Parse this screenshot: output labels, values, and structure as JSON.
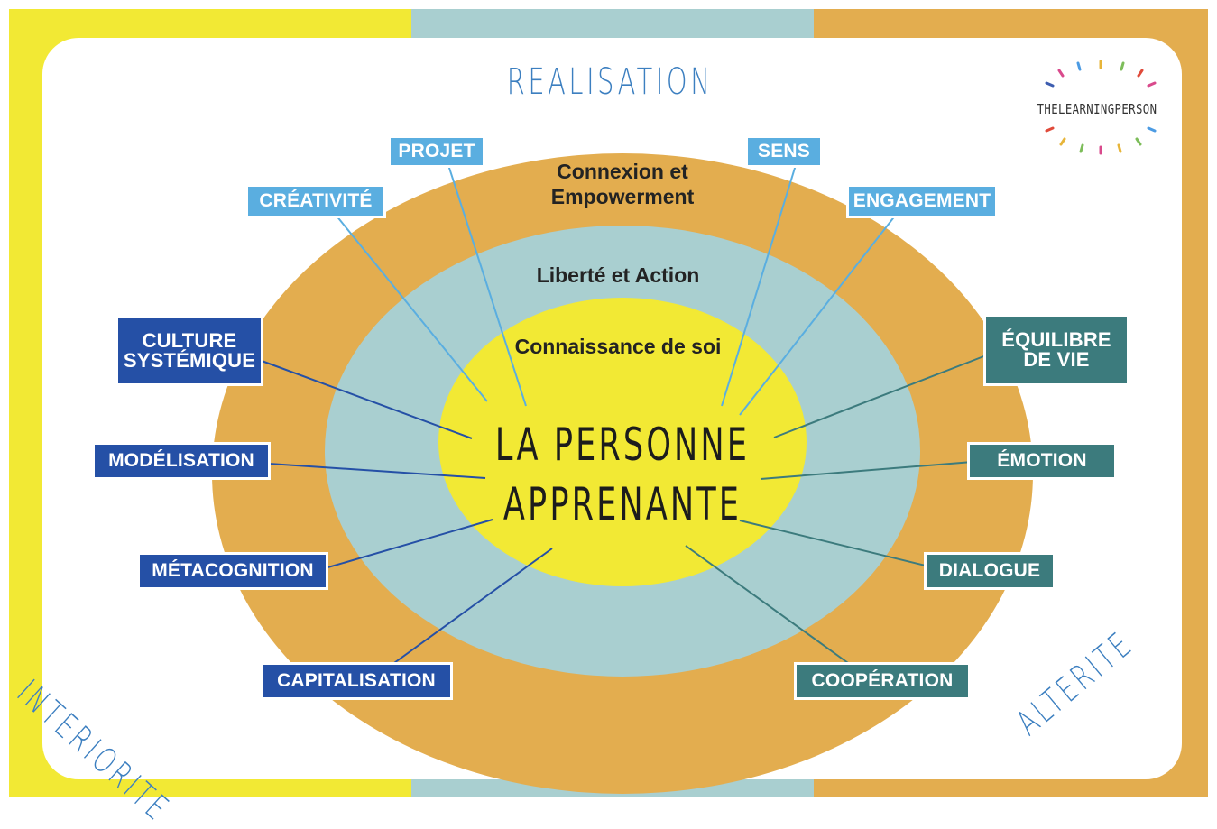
{
  "headings": {
    "top": "REALISATION",
    "bottom_left": "INTERIORITE",
    "bottom_right": "ALTERITE"
  },
  "logo": {
    "text": "THELEARNINGPERSON"
  },
  "rings": {
    "outer": "Connexion et Empowerment",
    "middle": "Liberté et Action",
    "inner": "Connaissance de soi"
  },
  "center": {
    "line1": "LA PERSONNE",
    "line2": "APPRENANTE"
  },
  "labels": {
    "projet": "PROJET",
    "creativite": "CRÉATIVITÉ",
    "sens": "SENS",
    "engagement": "ENGAGEMENT",
    "culture": "CULTURE SYSTÉMIQUE",
    "modelisation": "MODÉLISATION",
    "metacognition": "MÉTACOGNITION",
    "capitalisation": "CAPITALISATION",
    "equilibre": "ÉQUILIBRE DE VIE",
    "emotion": "ÉMOTION",
    "dialogue": "DIALOGUE",
    "cooperation": "COOPÉRATION"
  },
  "colors": {
    "yellow": "#f2e934",
    "teal_band": "#a9cfd0",
    "orange": "#e3ad4f",
    "light_blue": "#5aaee0",
    "dark_blue": "#2550a6",
    "dark_teal": "#3c7b7d",
    "heading_blue": "#3c7fc0"
  }
}
